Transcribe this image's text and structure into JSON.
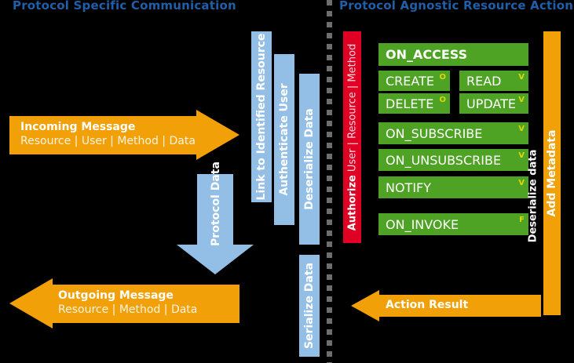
{
  "headings": {
    "left": "Protocol Specific Communication",
    "right": "Protocol Agnostic Resource Actions"
  },
  "colors": {
    "heading_blue": "#1F5FA9",
    "orange": "#F2A007",
    "light_blue": "#93BEE6",
    "green": "#4FA324",
    "red": "#E00024",
    "superscript_yellow": "#D8D80A",
    "background": "#000000",
    "divider_gray": "#6E6E6E"
  },
  "incoming_message": {
    "title": "Incoming Message",
    "subtitle": "Resource | User | Method | Data",
    "direction": "right"
  },
  "outgoing_message": {
    "title": "Outgoing Message",
    "subtitle": "Resource | Method | Data",
    "direction": "left"
  },
  "protocol_data_arrow": {
    "label": "Protocol Data",
    "direction": "down"
  },
  "action_result_arrow": {
    "label": "Action Result",
    "direction": "left"
  },
  "stage_bars": [
    {
      "id": "link",
      "label": "Link to Identified Resource"
    },
    {
      "id": "authenticate",
      "label": "Authenticate User"
    },
    {
      "id": "deserialize",
      "label": "Deserialize Data"
    },
    {
      "id": "serialize",
      "label": "Serialize Data"
    }
  ],
  "authorize_bar": {
    "strong": "Authorize",
    "rest": " User | Resource | Method"
  },
  "add_metadata_bar": {
    "label": "Add Metadata"
  },
  "deserialize_data_note": {
    "label": "Deserialize data"
  },
  "resource_actions": [
    {
      "id": "on-access",
      "label": "ON_ACCESS",
      "superscript": "",
      "emphasis": "bold"
    },
    {
      "id": "create",
      "label": "CREATE",
      "superscript": "O",
      "emphasis": "normal"
    },
    {
      "id": "read",
      "label": "READ",
      "superscript": "V",
      "emphasis": "normal"
    },
    {
      "id": "delete",
      "label": "DELETE",
      "superscript": "O",
      "emphasis": "normal"
    },
    {
      "id": "update",
      "label": "UPDATE",
      "superscript": "V",
      "emphasis": "normal"
    },
    {
      "id": "on-subscribe",
      "label": "ON_SUBSCRIBE",
      "superscript": "V",
      "emphasis": "normal"
    },
    {
      "id": "on-unsubscribe",
      "label": "ON_UNSUBSCRIBE",
      "superscript": "V",
      "emphasis": "normal"
    },
    {
      "id": "notify",
      "label": "NOTIFY",
      "superscript": "V",
      "emphasis": "normal"
    },
    {
      "id": "on-invoke",
      "label": "ON_INVOKE",
      "superscript": "F",
      "emphasis": "normal"
    }
  ]
}
